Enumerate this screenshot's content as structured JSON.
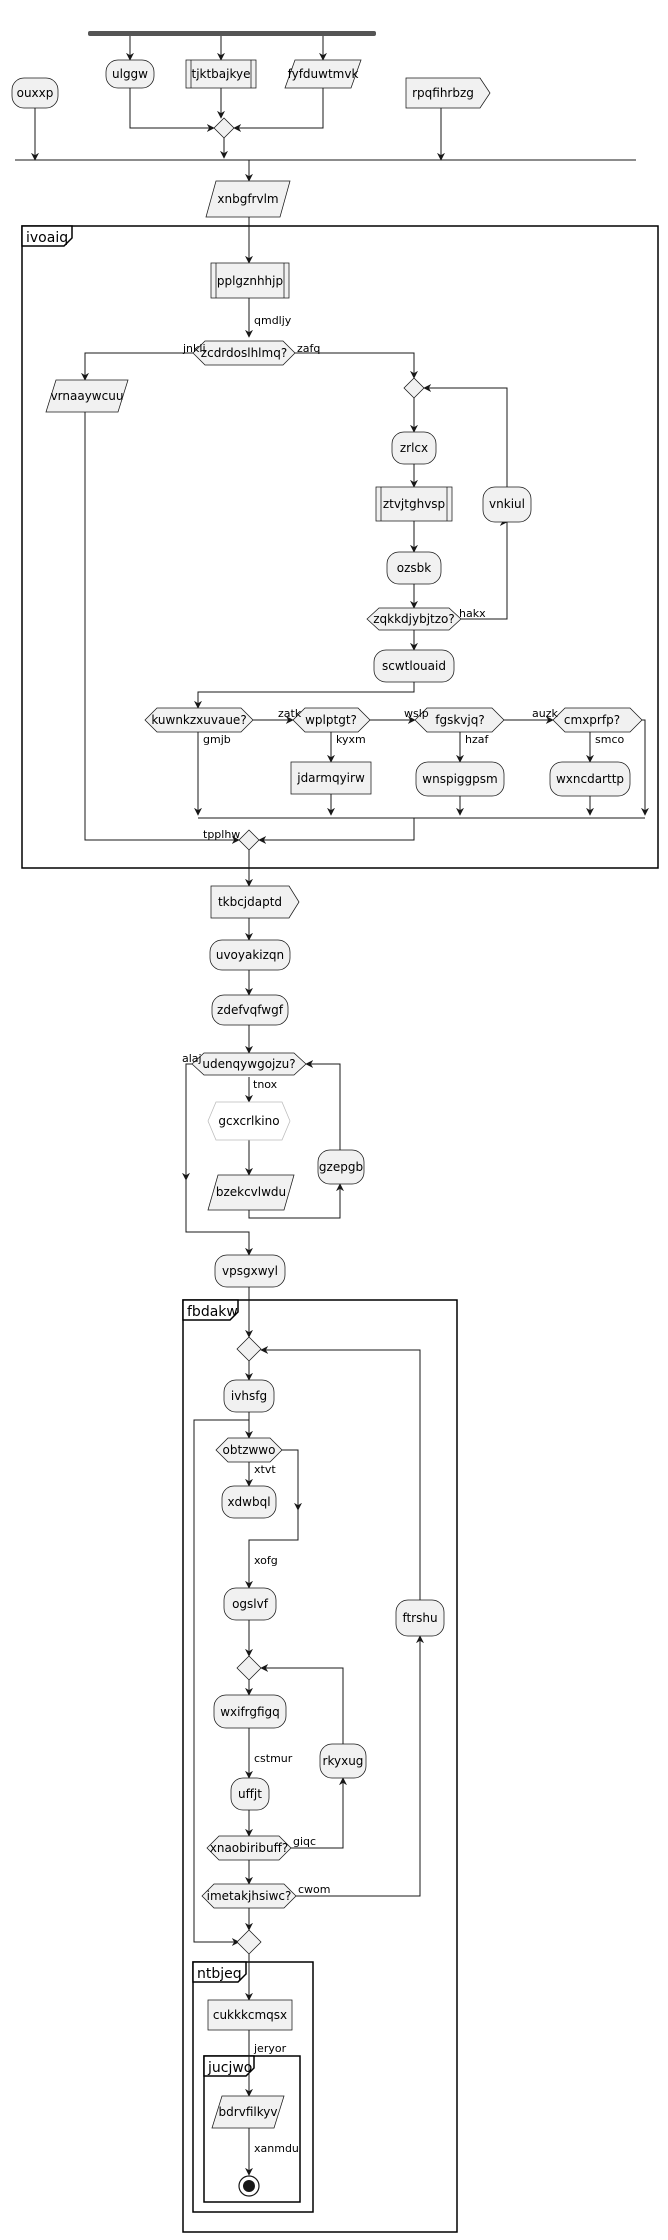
{
  "nodes": {
    "ulggw": "ulggw",
    "tjktbajkye": "tjktbajkye",
    "fyfduwtmvk": "fyfduwtmvk",
    "ouxxp": "ouxxp",
    "rpqfihrbzg": "rpqfihrbzg",
    "xnbgfrvlm": "xnbgfrvlm",
    "pplgznhhjp": "pplgznhhjp",
    "zcdrdoslhlmq": "zcdrdoslhlmq?",
    "vrnaaywcuu": "vrnaaywcuu",
    "zrlcx": "zrlcx",
    "ztvjtghvsp": "ztvjtghvsp",
    "ozsbk": "ozsbk",
    "zqkkdjybjtzo": "zqkkdjybjtzo?",
    "vnkiul": "vnkiul",
    "scwtlouaid": "scwtlouaid",
    "kuwnkzxuvaue": "kuwnkzxuvaue?",
    "wplptgt": "wplptgt?",
    "fgskvjq": "fgskvjq?",
    "cmxprfp": "cmxprfp?",
    "jdarmqyirw": "jdarmqyirw",
    "wnspiggpsm": "wnspiggpsm",
    "wxncdarttp": "wxncdarttp",
    "tkbcjdaptd": "tkbcjdaptd",
    "uvoyakizqn": "uvoyakizqn",
    "zdefvqfwgf": "zdefvqfwgf",
    "udenqywgojzu": "udenqywgojzu?",
    "gcxcrlkino": "gcxcrlkino",
    "bzekcvlwdu": "bzekcvlwdu",
    "gzepgb": "gzepgb",
    "vpsgxwyl": "vpsgxwyl",
    "ivhsfg": "ivhsfg",
    "obtzwwo": "obtzwwo",
    "xdwbql": "xdwbql",
    "ogslvf": "ogslvf",
    "wxifrgfigq": "wxifrgfigq",
    "uffjt": "uffjt",
    "xnaobiribuff": "xnaobiribuff?",
    "rkyxug": "rkyxug",
    "imetakjhsiwc": "imetakjhsiwc?",
    "ftrshu": "ftrshu",
    "cukkkcmqsx": "cukkkcmqsx",
    "bdrvfilkyv": "bdrvfilkyv"
  },
  "edge_labels": {
    "qmdljy": "qmdljy",
    "jnkli": "jnkli",
    "zafq": "zafq",
    "hakx": "hakx",
    "gmjb": "gmjb",
    "zatk": "zatk",
    "kyxm": "kyxm",
    "wslp": "wslp",
    "hzaf": "hzaf",
    "auzk": "auzk",
    "smco": "smco",
    "tpplhw": "tpplhw",
    "alaj": "alaj",
    "tnox": "tnox",
    "xtvt": "xtvt",
    "xofg": "xofg",
    "cstmur": "cstmur",
    "giqc": "giqc",
    "cwom": "cwom",
    "jeryor": "jeryor",
    "xanmdu": "xanmdu"
  },
  "frames": {
    "ivoaiq": "ivoaiq",
    "fbdakw": "fbdakw",
    "ntbjeq": "ntbjeq",
    "jucjwo": "jucjwo"
  }
}
